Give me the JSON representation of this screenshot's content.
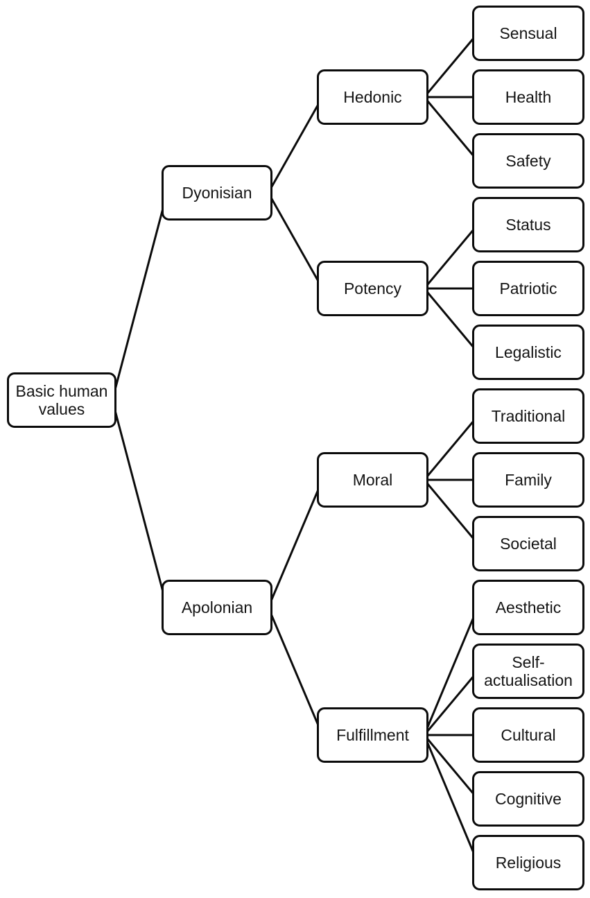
{
  "tree": {
    "label": "Basic human values",
    "children": [
      {
        "label": "Dyonisian",
        "children": [
          {
            "label": "Hedonic",
            "children": [
              {
                "label": "Sensual"
              },
              {
                "label": "Health"
              },
              {
                "label": "Safety"
              }
            ]
          },
          {
            "label": "Potency",
            "children": [
              {
                "label": "Status"
              },
              {
                "label": "Patriotic"
              },
              {
                "label": "Legalistic"
              }
            ]
          }
        ]
      },
      {
        "label": "Apolonian",
        "children": [
          {
            "label": "Moral",
            "children": [
              {
                "label": "Traditional"
              },
              {
                "label": "Family"
              },
              {
                "label": "Societal"
              }
            ]
          },
          {
            "label": "Fulfillment",
            "children": [
              {
                "label": "Aesthetic"
              },
              {
                "label": "Self-actualisation"
              },
              {
                "label": "Cultural"
              },
              {
                "label": "Cognitive"
              },
              {
                "label": "Religious"
              }
            ]
          }
        ]
      }
    ]
  },
  "colors": {
    "background": "#ffffff",
    "node_fill": "#ffffff",
    "node_border": "#0b0b0b",
    "connector": "#0b0b0b",
    "text": "#141414"
  }
}
